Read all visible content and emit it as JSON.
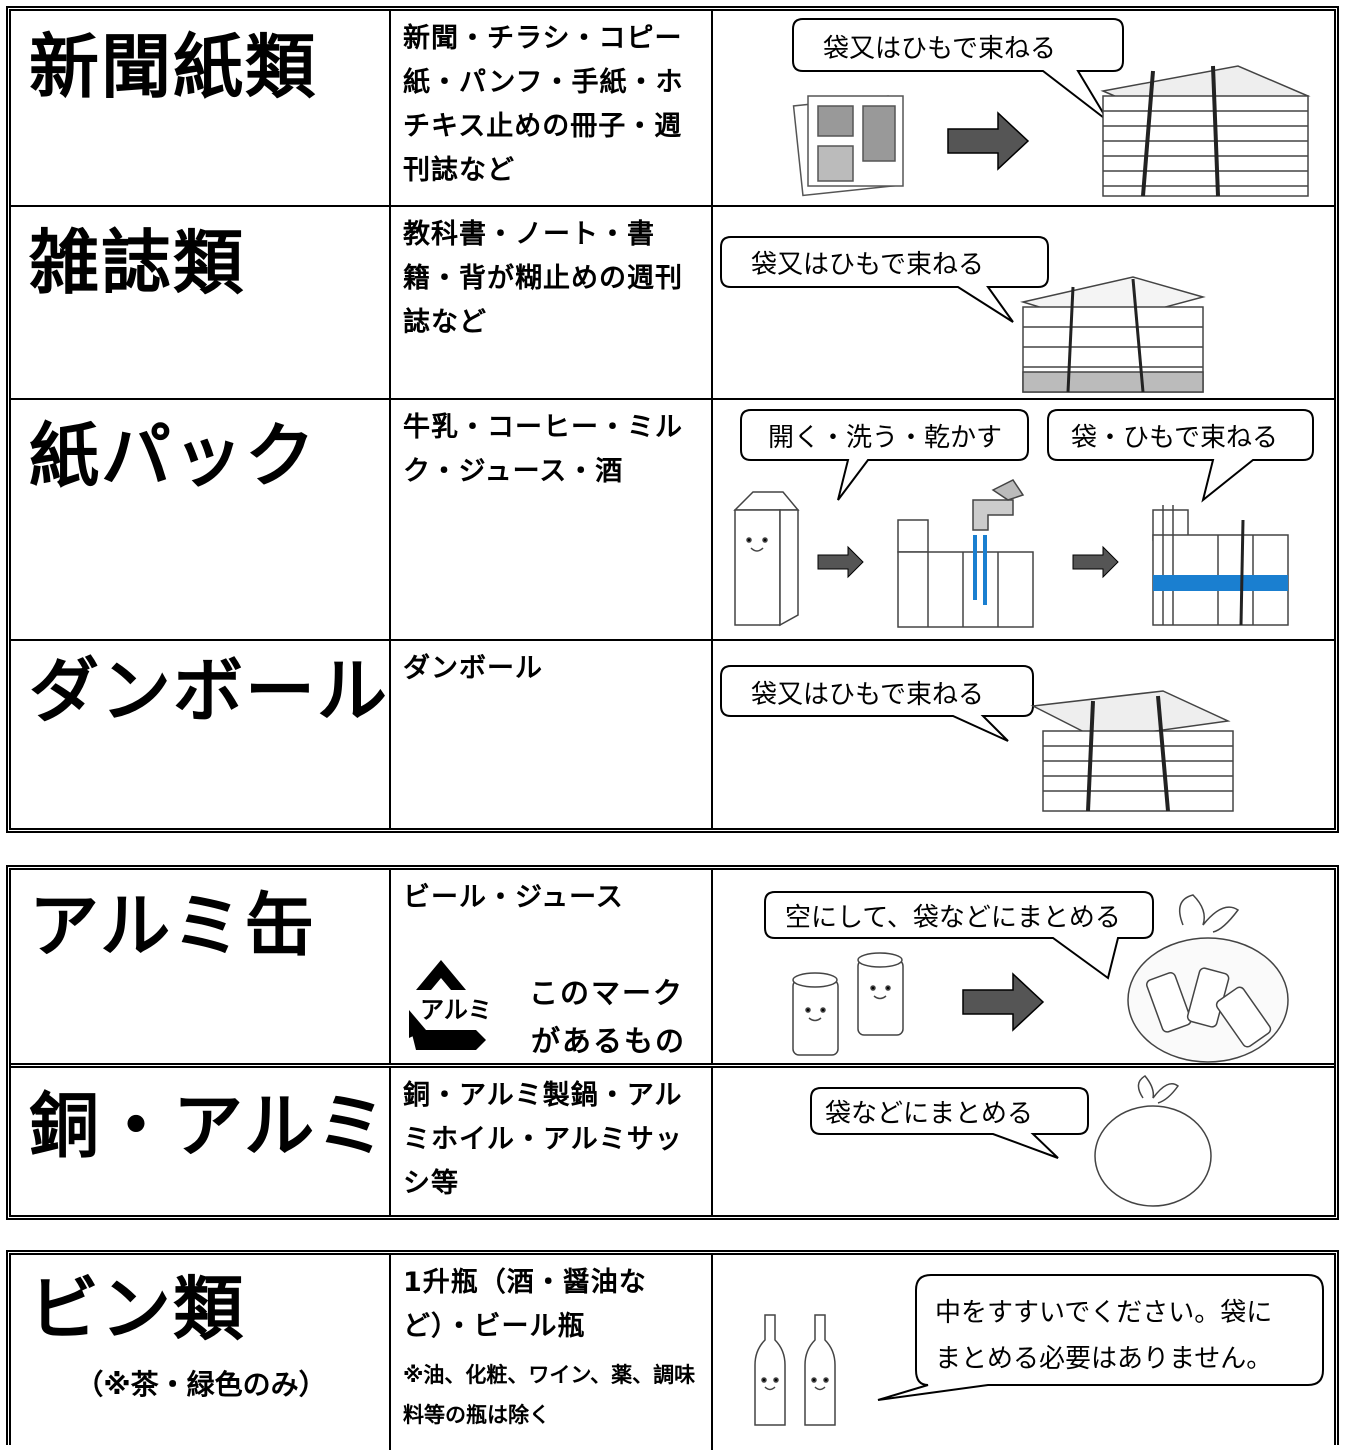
{
  "paper": {
    "rows": [
      {
        "title": "新聞紙類",
        "desc": "新聞・チラシ・コピー紙・パンフ・手紙・ホチキス止めの冊子・週刊誌など",
        "bubble": "袋又はひもで束ねる"
      },
      {
        "title": "雑誌類",
        "desc": "教科書・ノート・書籍・背が糊止めの週刊誌など",
        "bubble": "袋又はひもで束ねる"
      },
      {
        "title": "紙パック",
        "desc": "牛乳・コーヒー・ミルク・ジュース・酒",
        "bubble1": "開く・洗う・乾かす",
        "bubble2": "袋・ひもで束ねる"
      },
      {
        "title": "ダンボール",
        "desc": "ダンボール",
        "bubble": "袋又はひもで束ねる"
      }
    ]
  },
  "metal": {
    "rows": [
      {
        "title": "アルミ缶",
        "desc": "ビール・ジュース",
        "mark_text": "アルミ",
        "mark_caption_1": "このマーク",
        "mark_caption_2": "があるもの",
        "bubble": "空にして、袋などにまとめる"
      },
      {
        "title": "銅・アルミ",
        "desc": "銅・アルミ製鍋・アルミホイル・アルミサッシ等",
        "bubble": "袋などにまとめる"
      }
    ]
  },
  "glass": {
    "rows": [
      {
        "title": "ビン類",
        "subtitle": "（※茶・緑色のみ）",
        "desc_1": "1升瓶（酒・醤油など）・ビール瓶",
        "desc_2": "※油、化粧、ワイン、薬、調味料等の瓶は除く",
        "bubble_1": "中をすすいでください。袋に",
        "bubble_2": "まとめる必要はありません。"
      }
    ]
  },
  "colors": {
    "accent_blue": "#1a7fd0",
    "gray": "#8a8a8a",
    "arrow": "#555555"
  }
}
